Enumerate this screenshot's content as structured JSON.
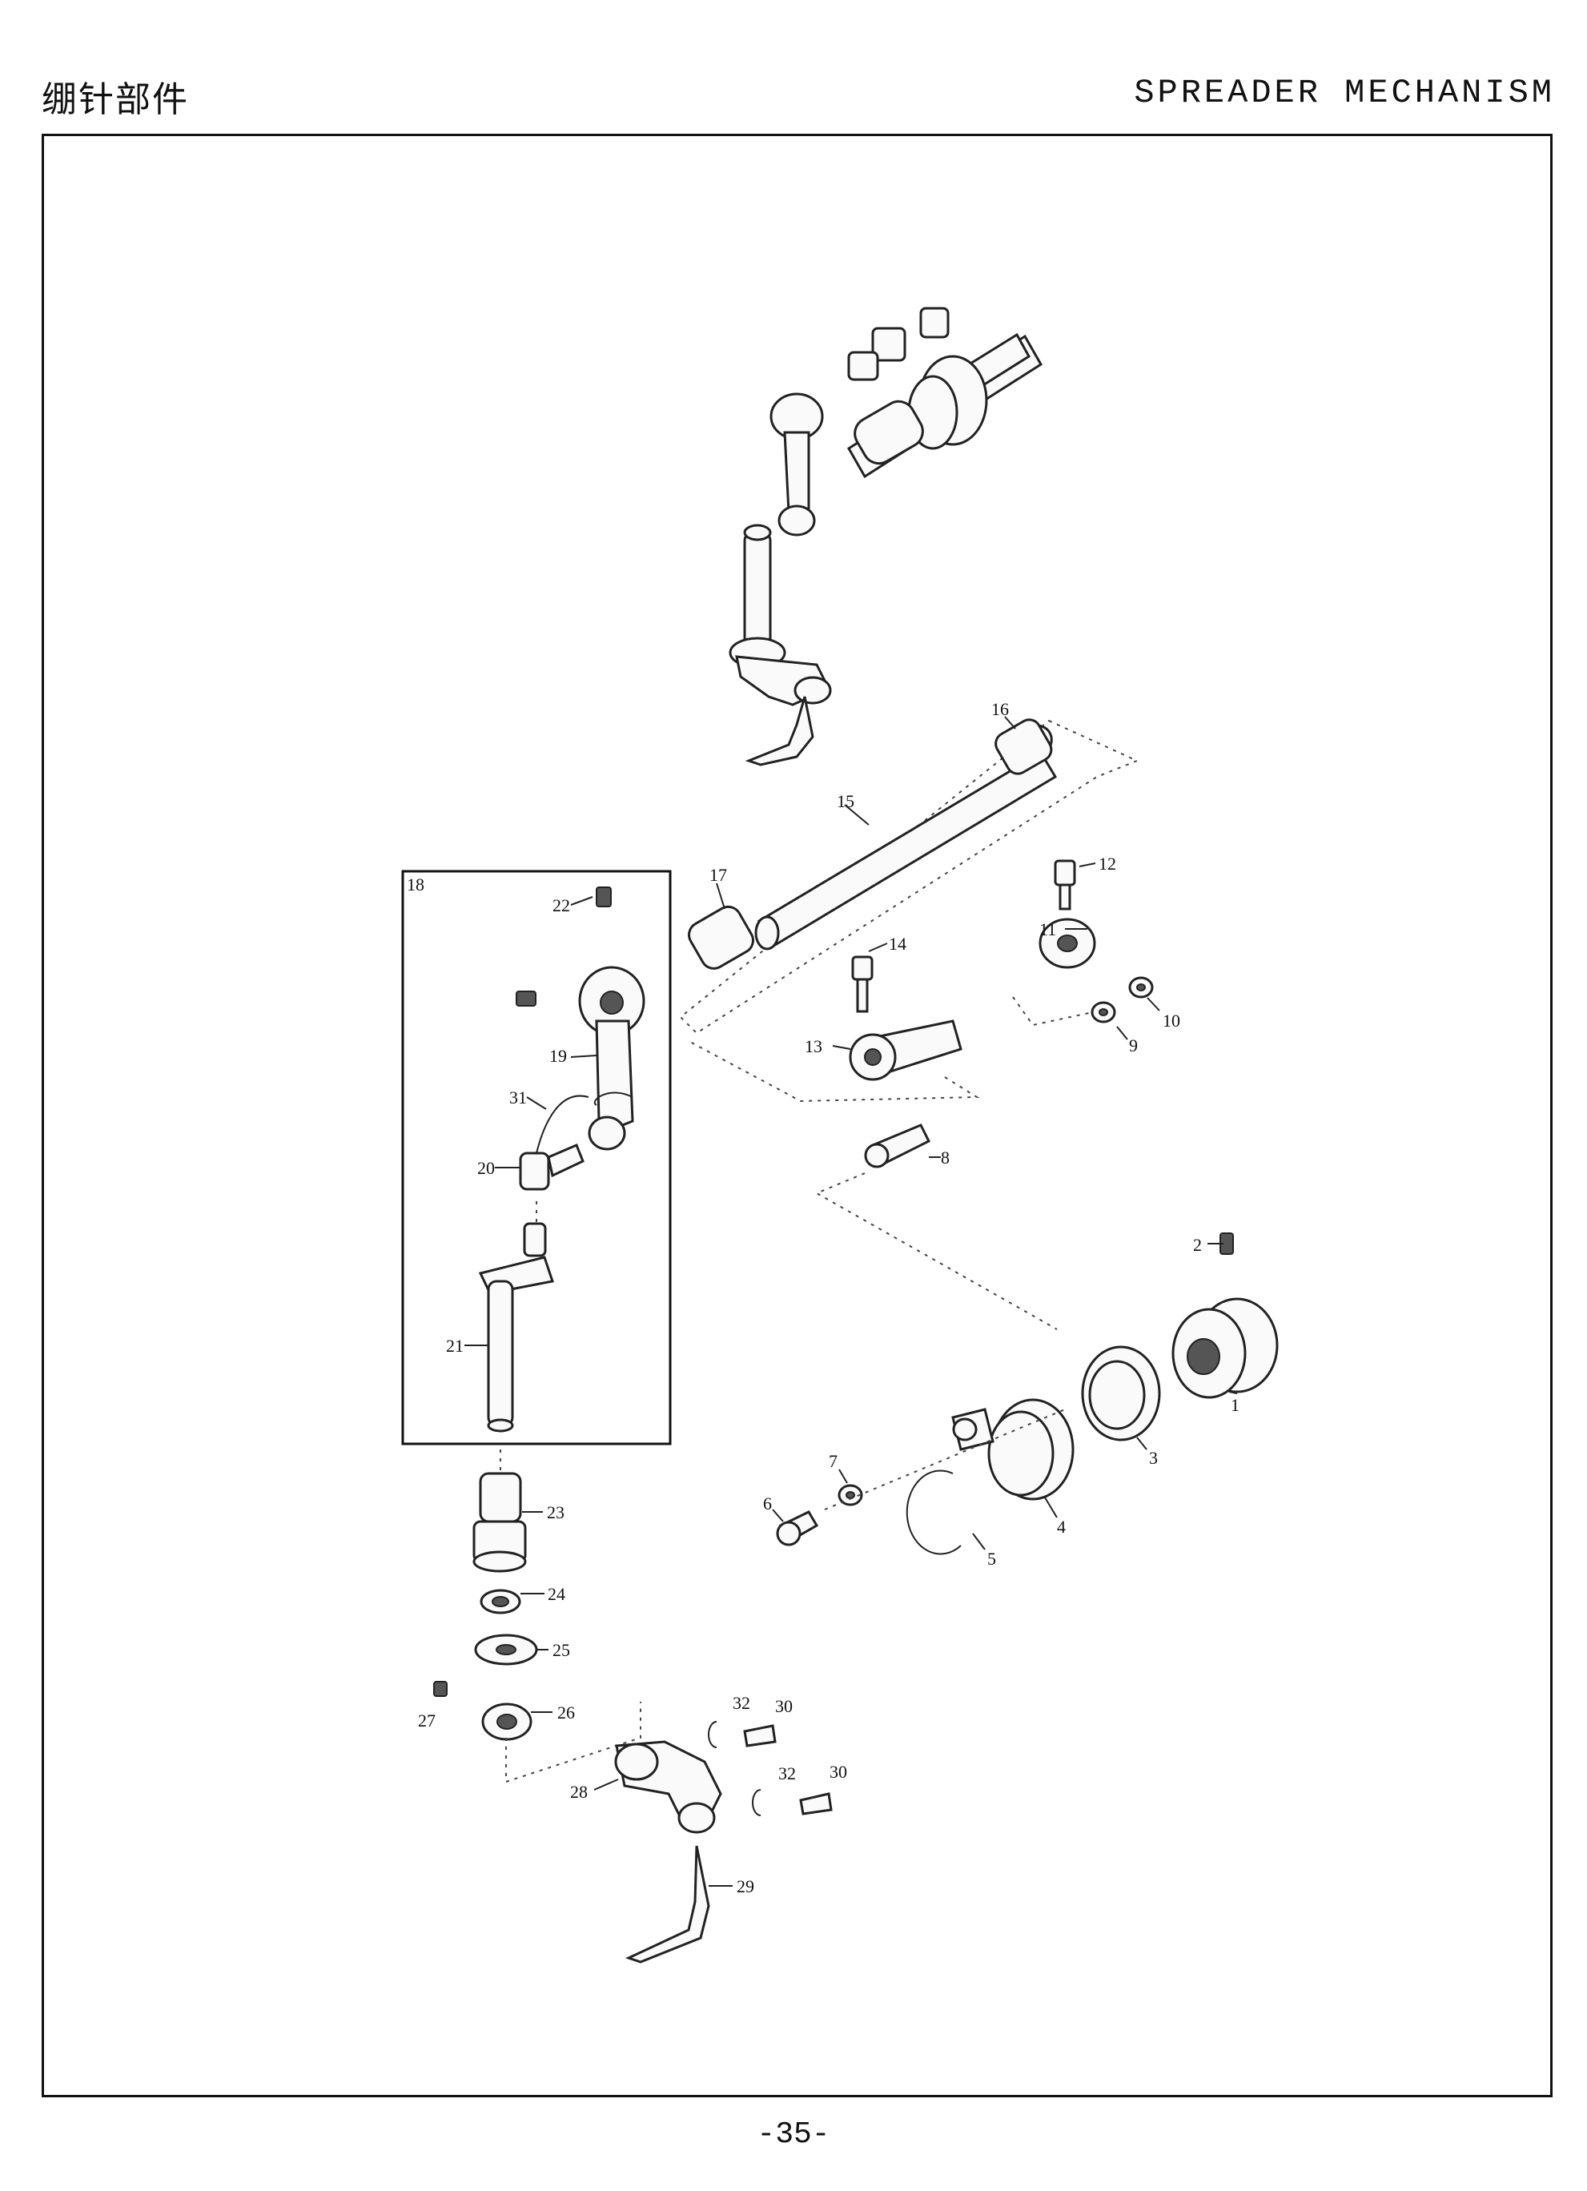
{
  "header": {
    "title_cn": "绷针部件",
    "title_en": "SPREADER MECHANISM"
  },
  "footer": {
    "page_number": "-35-"
  },
  "callouts": {
    "c1": "1",
    "c2": "2",
    "c3": "3",
    "c4": "4",
    "c5": "5",
    "c6": "6",
    "c7": "7",
    "c8": "8",
    "c9": "9",
    "c10": "10",
    "c11": "11",
    "c12": "12",
    "c13": "13",
    "c14": "14",
    "c15": "15",
    "c16": "16",
    "c17": "17",
    "c18": "18",
    "c19": "19",
    "c20": "20",
    "c21": "21",
    "c22": "22",
    "c23": "23",
    "c24": "24",
    "c25": "25",
    "c26": "26",
    "c27": "27",
    "c28": "28",
    "c29": "29",
    "c30a": "30",
    "c30b": "30",
    "c31": "31",
    "c32a": "32",
    "c32b": "32"
  }
}
